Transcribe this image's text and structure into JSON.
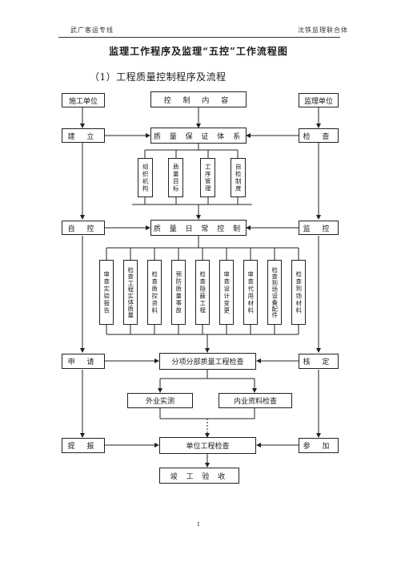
{
  "header": {
    "left": "武广客运专线",
    "right": "沈铁监理联合体"
  },
  "title": "监理工作程序及监理“五控”工作流程图",
  "subtitle": "（1）工程质量控制程序及流程",
  "row1": {
    "left": "施工单位",
    "center": "控 制 内 容",
    "right": "监理单位"
  },
  "row2": {
    "left": "建 立",
    "center": "质 量 保 证 体 系",
    "right": "检 查"
  },
  "system_items": [
    "组织机构",
    "质量目标",
    "工序管理",
    "自检制度"
  ],
  "row3": {
    "left": "自 控",
    "center": "质 量 日 常 控 制",
    "right": "监 控"
  },
  "daily_items": [
    "审查实验报告",
    "检查工程实体质量",
    "检查质控资料",
    "预防质量事故",
    "检查隐蔽工程",
    "审查设计变更",
    "审查代用材料",
    "检查到场设备配件",
    "检查到场材料"
  ],
  "row4": {
    "left": "申 请",
    "center": "分项分部质量工程检查",
    "right": "核 定"
  },
  "inspect": {
    "left": "外业实测",
    "right": "内业资料检查"
  },
  "row5": {
    "left": "提 报",
    "center": "单位工程检查",
    "right": "参 加"
  },
  "final": "竣 工 验 收",
  "page_number": "1"
}
